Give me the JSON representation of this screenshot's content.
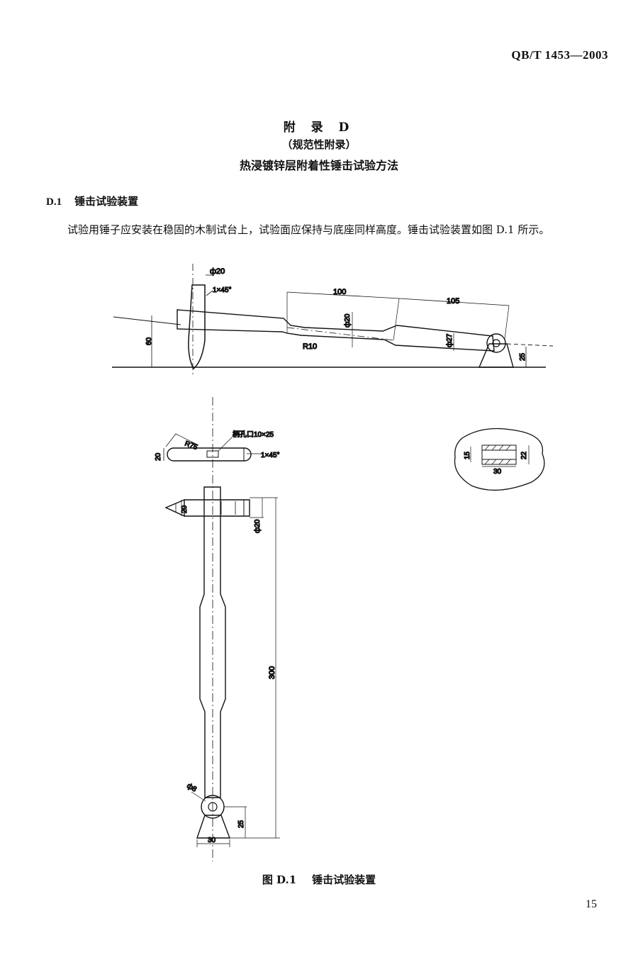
{
  "header": {
    "standard_code": "QB/T 1453—2003"
  },
  "appendix": {
    "title": "附 录 D",
    "subtitle": "（规范性附录）",
    "method_title": "热浸镀锌层附着性锤击试验方法"
  },
  "section": {
    "number": "D.1",
    "title": "锤击试验装置",
    "paragraph": "试验用锤子应安装在稳固的木制试台上，试验面应保持与底座同样高度。锤击试验装置如图 D.1 所示。"
  },
  "figure": {
    "caption_label": "图 D.1",
    "caption_title": "锤击试验装置",
    "dimensions": {
      "d20_top": "ф20",
      "chamfer_top": "1×45°",
      "len_100": "100",
      "len_105": "105",
      "d20_mid": "ф20",
      "d27": "ф27",
      "r10": "R10",
      "h60": "60",
      "h25_top": "25",
      "hole_slot": "柄孔口10×25",
      "r75": "R75",
      "h20": "20",
      "chamfer_mid": "1×45°",
      "h15": "15",
      "h22": "22",
      "w30_detail": "30",
      "d20_side": "ф20",
      "h20_head": "20",
      "len_300": "300",
      "d8": "ф8",
      "h25_bottom": "25",
      "w30_bottom": "30"
    }
  },
  "page": {
    "number": "15"
  }
}
